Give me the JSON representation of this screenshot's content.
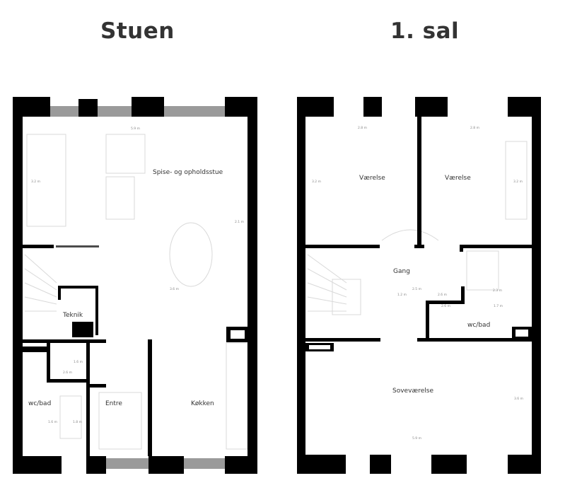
{
  "plans": {
    "stuen": {
      "title": "Stuen",
      "rooms": {
        "spise": "Spise- og opholdsstue",
        "teknik": "Teknik",
        "wcbad": "wc/bad",
        "entre": "Entre",
        "kokken": "Køkken"
      },
      "dims": [
        "5.9 m",
        "3.2 m",
        "2.1 m",
        "3.6 m",
        "1.6 m",
        "2.6 m",
        "1.6 m",
        "1.8 m"
      ]
    },
    "sal": {
      "title": "1. sal",
      "rooms": {
        "vaerelse1": "Værelse",
        "vaerelse2": "Værelse",
        "gang": "Gang",
        "wcbad": "wc/bad",
        "sovevaerelse": "Soveværelse"
      },
      "dims": [
        "2.8 m",
        "2.8 m",
        "3.2 m",
        "3.2 m",
        "1.2 m",
        "2.5 m",
        "2.6 m",
        "2.6 m",
        "1.7 m",
        "2.3 m",
        "3.6 m",
        "5.9 m"
      ]
    }
  },
  "colors": {
    "wall": "#000000",
    "window": "#9a9a9a",
    "title": "#333333"
  }
}
